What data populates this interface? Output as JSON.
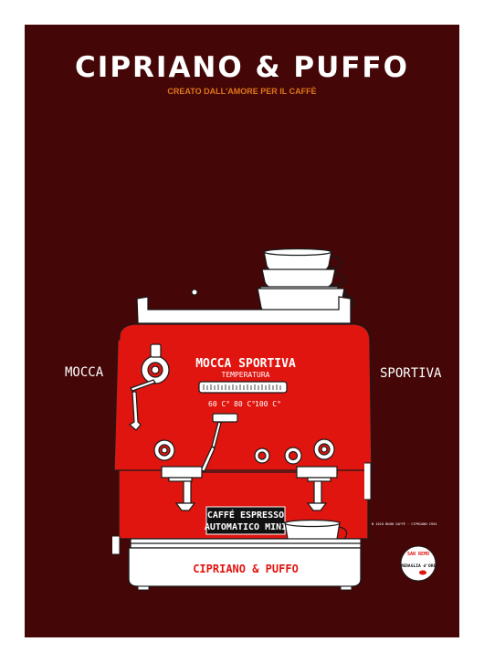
{
  "poster": {
    "title": "CIPRIANO & PUFFO",
    "subtitle": "CREATO DALL'AMORE PER IL CAFFÈ",
    "side_left": "MOCCA",
    "side_right": "SPORTIVA",
    "background_color": "#440606",
    "machine_color": "#e0150f",
    "accent_color": "#e0761a"
  },
  "machine": {
    "model_name": "MOCCA SPORTIVA",
    "gauge_label": "TEMPERATURA",
    "temperatures": [
      "60 C°",
      "80 C°",
      "100 C°"
    ],
    "plate_line1": "CAFFÉ ESPRESSO",
    "plate_line2": "AUTOMATICO MINI",
    "base_brand": "CIPRIANO & PUFFO",
    "serial_text": "N 1010 BUON CAFFÈ · CIPRIANO·1954"
  },
  "badge": {
    "top": "SAN REMO",
    "mid": "MEDAGLIA d'ORO"
  }
}
